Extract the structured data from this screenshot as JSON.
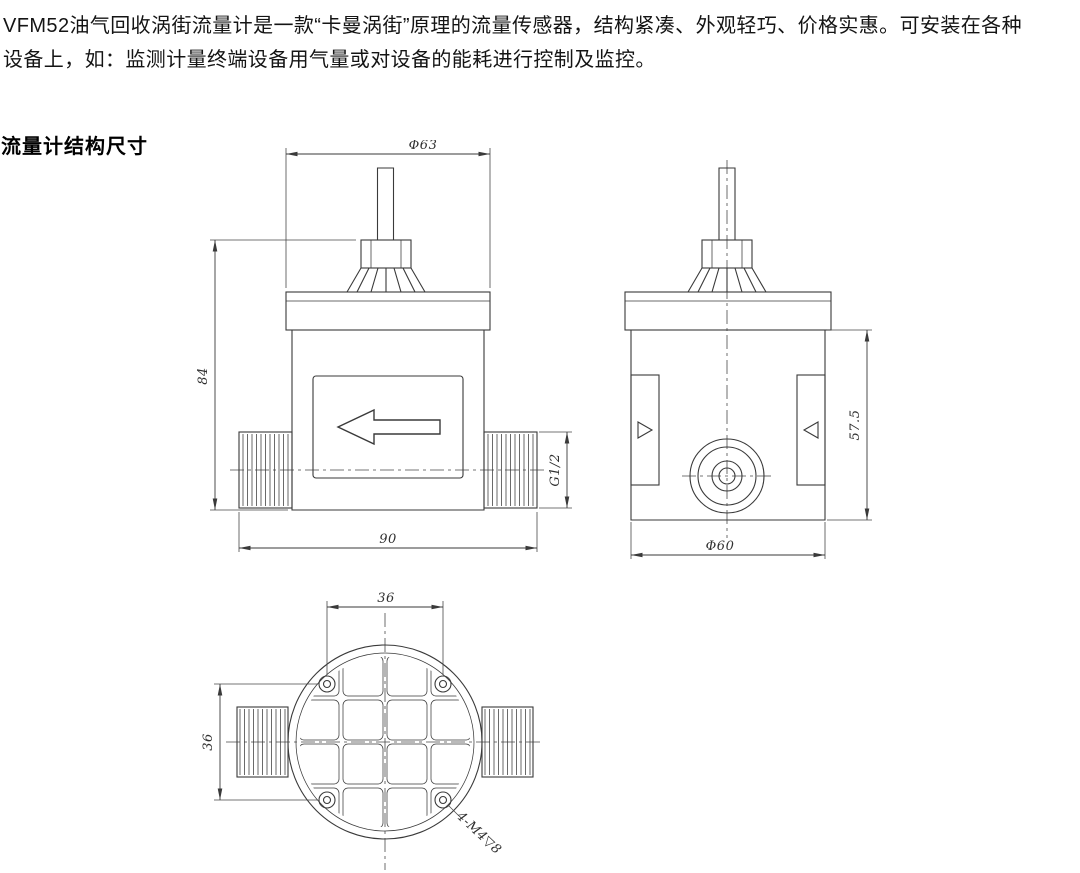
{
  "page": {
    "background": "#ffffff",
    "line_color": "#3a3a3a",
    "text_color": "#141414"
  },
  "intro": {
    "lines": [
      "VFM52油气回收涡街流量计是一款“卡曼涡街”原理的流量传感器，结构紧凑、外观轻巧、价格实惠。可安装在各种",
      "设备上，如：监测计量终端设备用气量或对设备的能耗进行控制及监控。"
    ]
  },
  "section": {
    "title": "流量计结构尺寸"
  },
  "front_view": {
    "dim_width_top": "Φ63",
    "dim_height_left": "84",
    "dim_width_bottom": "90",
    "dim_thread_right": "G1/2"
  },
  "side_view": {
    "dim_height_right": "57.5",
    "dim_width_bottom": "Φ60"
  },
  "bottom_view": {
    "dim_bolt_spacing_horizontal": "36",
    "dim_bolt_spacing_vertical": "36",
    "dim_tapped_holes": "4-M4▽8"
  }
}
